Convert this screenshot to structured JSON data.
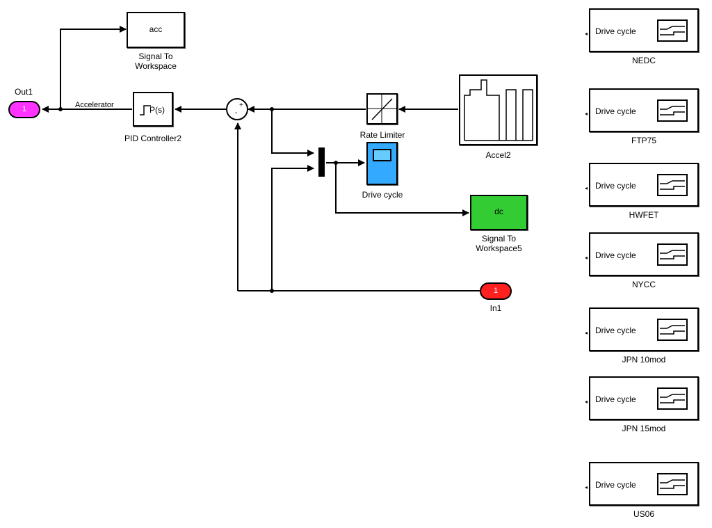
{
  "blocks": {
    "acc_inner": "acc",
    "signal_to_workspace": {
      "line1": "Signal To",
      "line2": "Workspace"
    },
    "out1": {
      "name": "Out1",
      "port": "1",
      "color": "#ff33ff"
    },
    "accelerator_signal": "Accelerator",
    "pid": {
      "inner": "P(s)",
      "name": "PID Controller2"
    },
    "rate_limiter": "Rate Limiter",
    "accel2": "Accel2",
    "drive_cycle_scope": {
      "name": "Drive cycle",
      "color": "#3399ff"
    },
    "signal_to_workspace5": {
      "inner": "dc",
      "line1": "Signal To",
      "line2": "Workspace5",
      "color": "#33cc33"
    },
    "in1": {
      "name": "In1",
      "port": "1",
      "color": "#ff2020"
    }
  },
  "drive_cycles": [
    {
      "text": "Drive cycle",
      "name": "NEDC"
    },
    {
      "text": "Drive cycle",
      "name": "FTP75"
    },
    {
      "text": "Drive cycle",
      "name": "HWFET"
    },
    {
      "text": "Drive cycle",
      "name": "NYCC"
    },
    {
      "text": "Drive cycle",
      "name": "JPN 10mod"
    },
    {
      "text": "Drive cycle",
      "name": "JPN 15mod"
    },
    {
      "text": "Drive cycle",
      "name": "US06"
    }
  ]
}
